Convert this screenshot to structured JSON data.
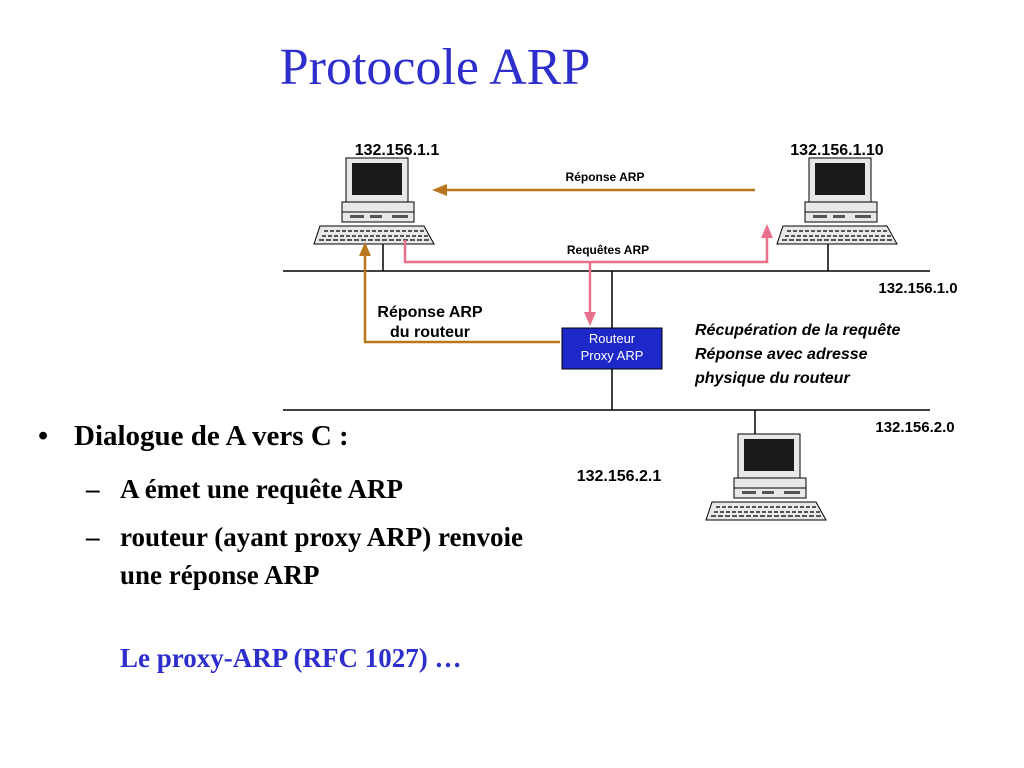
{
  "title": "Protocole ARP",
  "diagram": {
    "hosts": {
      "a": "132.156.1.1",
      "b": "132.156.1.10",
      "c": "132.156.2.1"
    },
    "networks": {
      "top": "132.156.1.0",
      "bottom": "132.156.2.0"
    },
    "arrows": {
      "reply": "Réponse ARP",
      "requests": "Requêtes ARP",
      "router_reply_line1": "Réponse ARP",
      "router_reply_line2": "du routeur"
    },
    "router": {
      "line1": "Routeur",
      "line2": "Proxy ARP"
    },
    "router_note": {
      "line1": "Récupération de la requête",
      "line2": "Réponse avec adresse",
      "line3": "physique du routeur"
    },
    "colors": {
      "reply_arrow": "#b8771d",
      "request_arrow": "#e8708a",
      "router_box": "#1e28c8",
      "title": "#2e2ecc"
    }
  },
  "bullets": {
    "main": "Dialogue de A vers C :",
    "subs": [
      "A émet une requête ARP",
      "routeur (ayant proxy ARP) renvoie une réponse ARP"
    ],
    "bullet_glyph": "•",
    "dash_glyph": "–"
  },
  "note": "Le proxy-ARP (RFC 1027) …"
}
